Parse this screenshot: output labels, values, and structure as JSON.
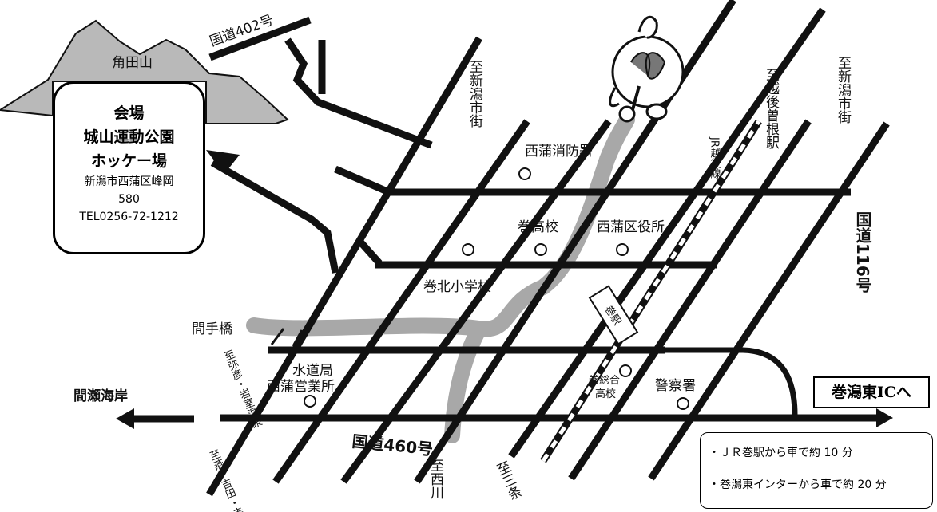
{
  "venue": {
    "line1": "会場",
    "line2": "城山運動公園",
    "line3": "ホッケー場",
    "address1": "新潟市西蒲区峰岡",
    "address2": "580",
    "tel": "TEL0256-72-1212"
  },
  "mountain": {
    "name": "角田山"
  },
  "roads": {
    "r402": "国道402号",
    "r460": "国道460号",
    "r116": "国道116号",
    "to_niigata_1": "至新潟市街",
    "to_niigata_2": "至新潟市街",
    "to_yahiko": "至弥彦・岩室温泉",
    "to_tsubame": "至燕・吉田・寺泊",
    "to_sanjo": "至三条",
    "to_nishi": "至西川",
    "to_echigo": "至越後曽根駅",
    "jr_line": "JR越後線"
  },
  "places": {
    "fire": "西蒲消防署",
    "maki_high": "巻高校",
    "ward_office": "西蒲区役所",
    "maki_north_elem": "巻北小学校",
    "bridge": "間手橋",
    "water_1": "水道局",
    "water_2": "西蒲営業所",
    "sogo_1": "巻総合",
    "sogo_2": "高校",
    "police": "警察署",
    "maki_station": "巻駅",
    "coast": "間瀬海岸"
  },
  "ic_label": "巻潟東ICへ",
  "access": [
    "・ＪＲ巻駅から車で約 10 分",
    "・巻潟東インターから車で約 20 分"
  ]
}
